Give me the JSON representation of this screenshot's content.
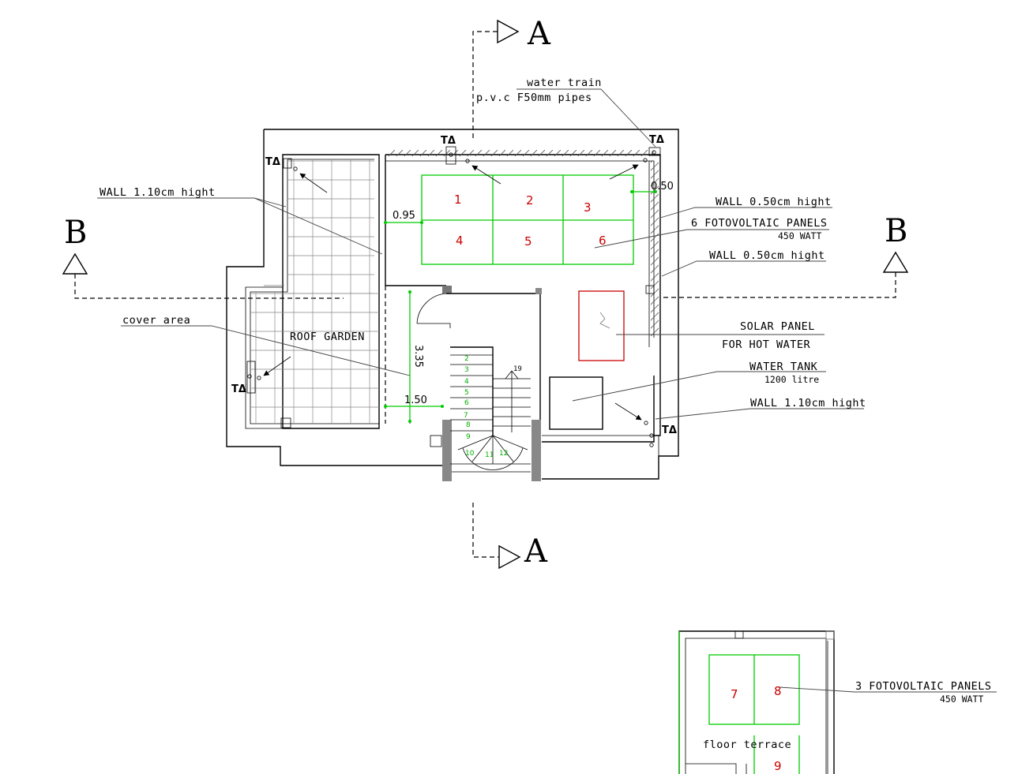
{
  "section_marks": {
    "a_top": "A",
    "a_bottom": "A",
    "b_left": "B",
    "b_right": "B"
  },
  "labels": {
    "water_train": "water train",
    "pvc_pipes": "p.v.c F50mm pipes",
    "wall_110_left": "WALL 1.10cm hight",
    "wall_050_top": "WALL 0.50cm hight",
    "fotovoltaic_6": "6 FOTOVOLTAIC PANELS",
    "fotovoltaic_6_watt": "450  WATT",
    "wall_050_mid": "WALL 0.50cm hight",
    "cover_area": "cover area",
    "roof_garden": "ROOF GARDEN",
    "solar_panel": "SOLAR PANEL",
    "for_hot_water": "FOR HOT WATER",
    "water_tank": "WATER TANK",
    "water_tank_litre": "1200 litre",
    "wall_110_right": "WALL 1.10cm hight",
    "fotovoltaic_3": "3 FOTOVOLTAIC PANELS",
    "fotovoltaic_3_watt": "450  WATT",
    "floor_terrace": "floor terrace"
  },
  "dimensions": {
    "d050": "0.50",
    "d095": "0.95",
    "d335": "3.35",
    "d150": "1.50"
  },
  "drain_mark": "TΔ",
  "panels": [
    "1",
    "2",
    "3",
    "4",
    "5",
    "6",
    "7",
    "8",
    "9"
  ],
  "stair_steps": [
    "2",
    "3",
    "4",
    "5",
    "6",
    "7",
    "8",
    "9",
    "10",
    "11",
    "12",
    "19"
  ],
  "colors": {
    "green": "#00cc00",
    "red": "#cc0000",
    "line": "#000000"
  }
}
